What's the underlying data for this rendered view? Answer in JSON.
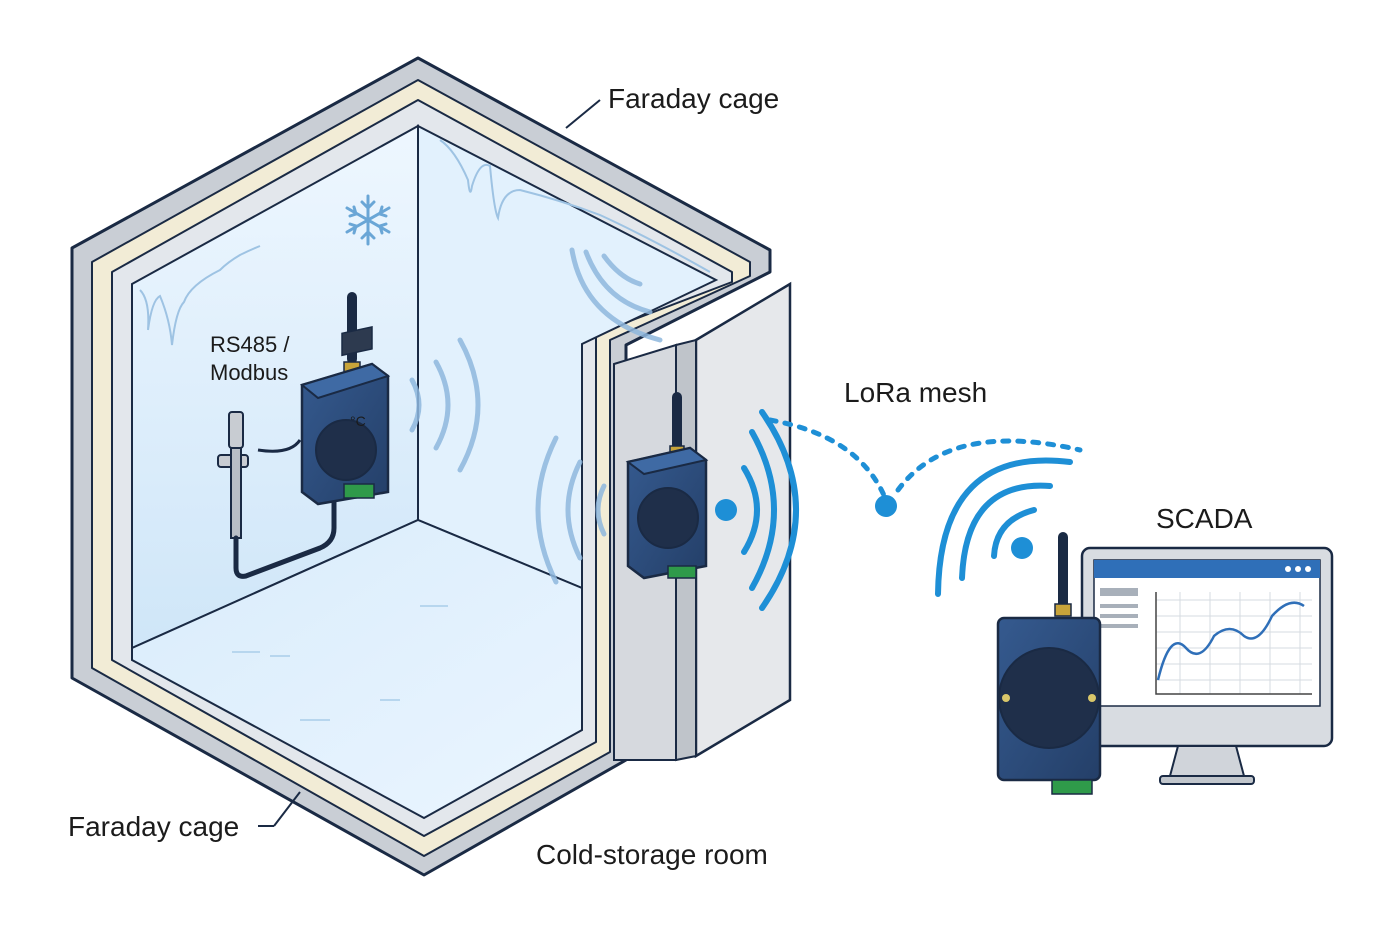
{
  "labels": {
    "faraday_top": "Faraday cage",
    "faraday_bottom": "Faraday cage",
    "room": "Cold-storage room",
    "bus_line1": "RS485 /",
    "bus_line2": "Modbus",
    "mesh": "LoRa mesh",
    "scada": "SCADA",
    "sensor_display": "°C"
  },
  "colors": {
    "navy_outline": "#1a2a44",
    "device_blue": "#2b4a78",
    "radio_blue": "#1e8fd6",
    "wall_gray": "#cfd3d8",
    "insulation": "#f2ecd6",
    "ice": "#dcefff",
    "terminal_green": "#2f9a4a"
  },
  "icons": [
    "snowflake-icon",
    "antenna-icon",
    "wifi-icon",
    "line-chart-icon",
    "window-dots-icon"
  ]
}
